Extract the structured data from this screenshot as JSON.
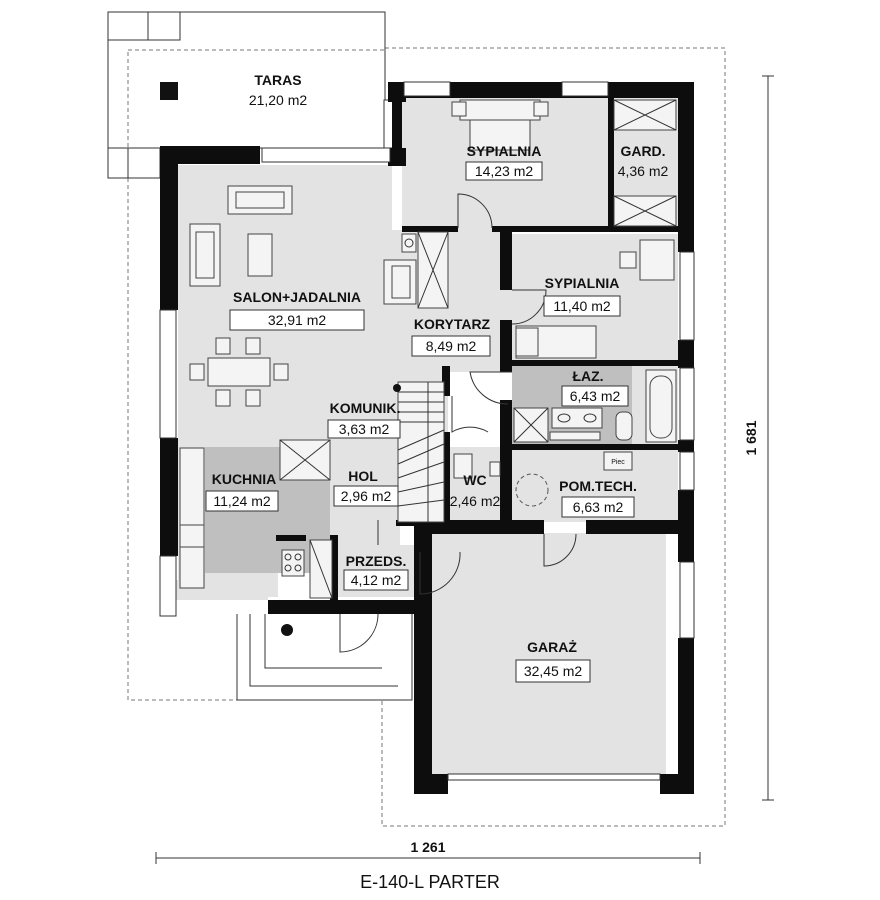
{
  "plan_title": "E-140-L PARTER",
  "dimensions": {
    "width": "1 261",
    "height": "1 681"
  },
  "rooms": {
    "taras": {
      "name": "TARAS",
      "area": "21,20 m2"
    },
    "sypialnia1": {
      "name": "SYPIALNIA",
      "area": "14,23 m2"
    },
    "gard": {
      "name": "GARD.",
      "area": "4,36 m2"
    },
    "sypialnia2": {
      "name": "SYPIALNIA",
      "area": "11,40 m2"
    },
    "salon": {
      "name": "SALON+JADALNIA",
      "area": "32,91 m2"
    },
    "korytarz": {
      "name": "KORYTARZ",
      "area": "8,49 m2"
    },
    "laz": {
      "name": "ŁAZ.",
      "area": "6,43 m2"
    },
    "komunik": {
      "name": "KOMUNIK.",
      "area": "3,63 m2"
    },
    "kuchnia": {
      "name": "KUCHNIA",
      "area": "11,24 m2"
    },
    "hol": {
      "name": "HOL",
      "area": "2,96 m2"
    },
    "wc": {
      "name": "WC",
      "area": "2,46 m2"
    },
    "pomtech": {
      "name": "POM.TECH.",
      "area": "6,63 m2"
    },
    "przeds": {
      "name": "PRZEDS.",
      "area": "4,12 m2"
    },
    "garaz": {
      "name": "GARAŻ",
      "area": "32,45 m2"
    }
  },
  "fixtures": {
    "piec": "Piec"
  }
}
